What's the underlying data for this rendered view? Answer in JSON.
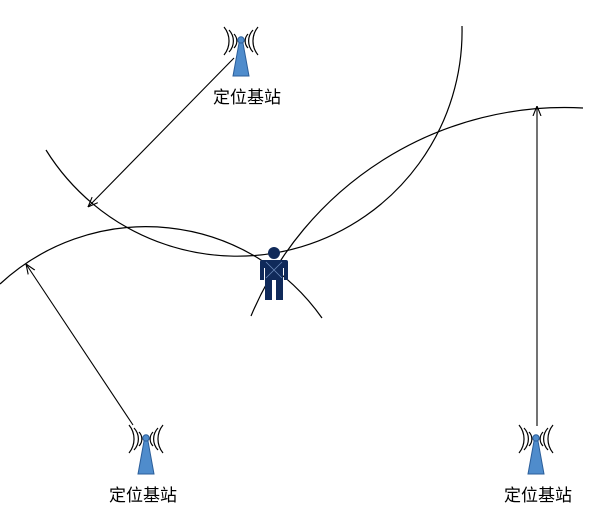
{
  "stations": [
    {
      "id": "top",
      "label": "定位基站"
    },
    {
      "id": "bottom-left",
      "label": "定位基站"
    },
    {
      "id": "bottom-right",
      "label": "定位基站"
    }
  ],
  "colors": {
    "tower": "#4f8ccc",
    "tower_stroke": "#2b5e9a",
    "signal": "#000000",
    "person": "#102a5a"
  },
  "icons": {
    "station": "antenna-tower-icon",
    "target": "person-icon"
  }
}
